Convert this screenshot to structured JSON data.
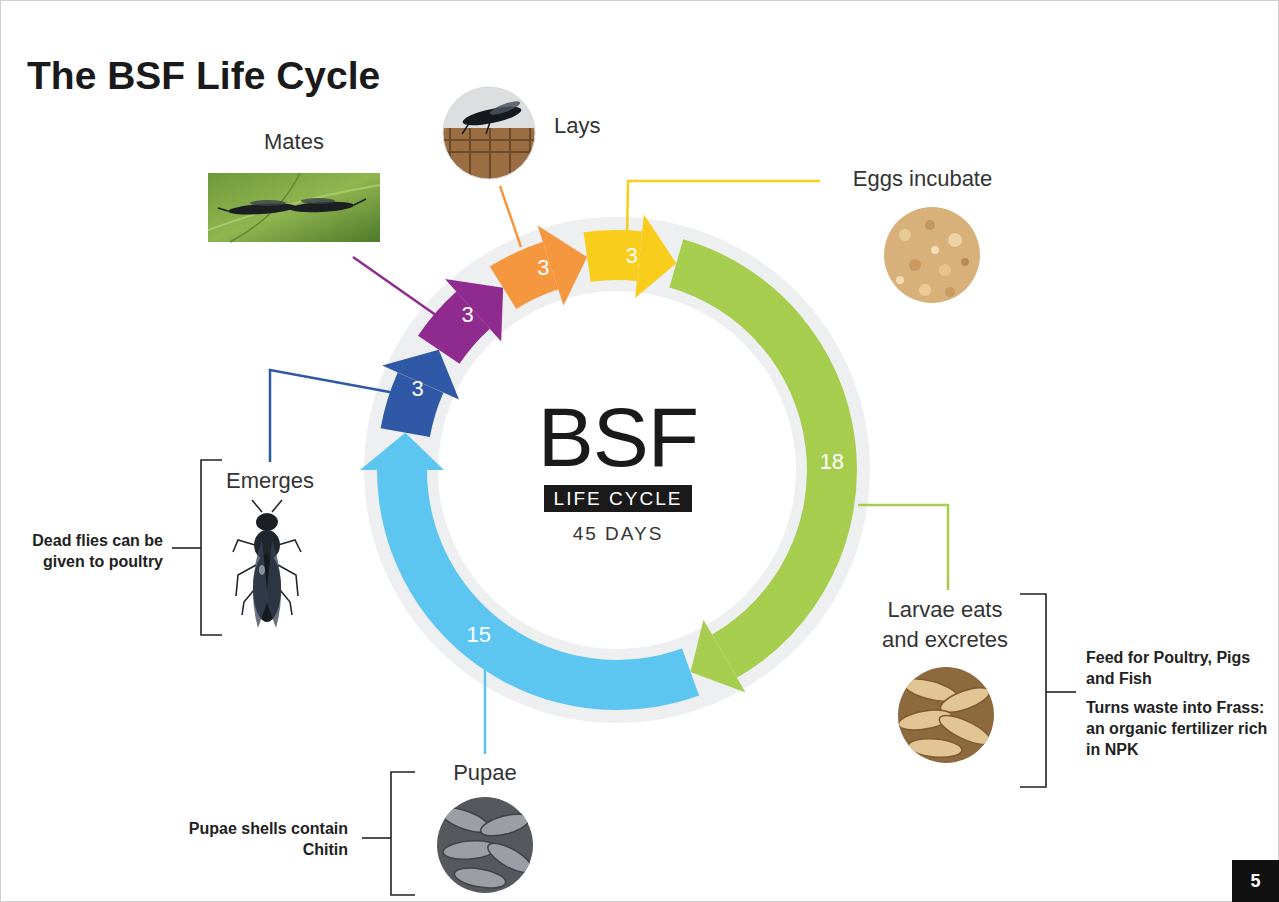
{
  "diagram": {
    "title": "The BSF Life Cycle",
    "nodes": [
      {
        "text": [
          "Mates"
        ]
      },
      {
        "text": [
          "Lays"
        ]
      },
      {
        "text": [
          "Eggs incubate"
        ]
      },
      {
        "text": [
          "BSF",
          "LIFE CYCLE",
          "45 DAYS"
        ]
      },
      {
        "text": [
          "Emerges"
        ]
      },
      {
        "text": [
          "Larvae eats and excretes"
        ]
      },
      {
        "text": [
          "Pupae"
        ]
      }
    ],
    "labels": [
      "3",
      "3",
      "3",
      "3",
      "18",
      "15",
      "Dead flies can be given to poultry",
      "Feed for Poultry, Pigs and Fish",
      "Turns waste into Frass: an organic fertilizer rich in NPK",
      "Pupae shells contain Chitin",
      "5"
    ]
  }
}
